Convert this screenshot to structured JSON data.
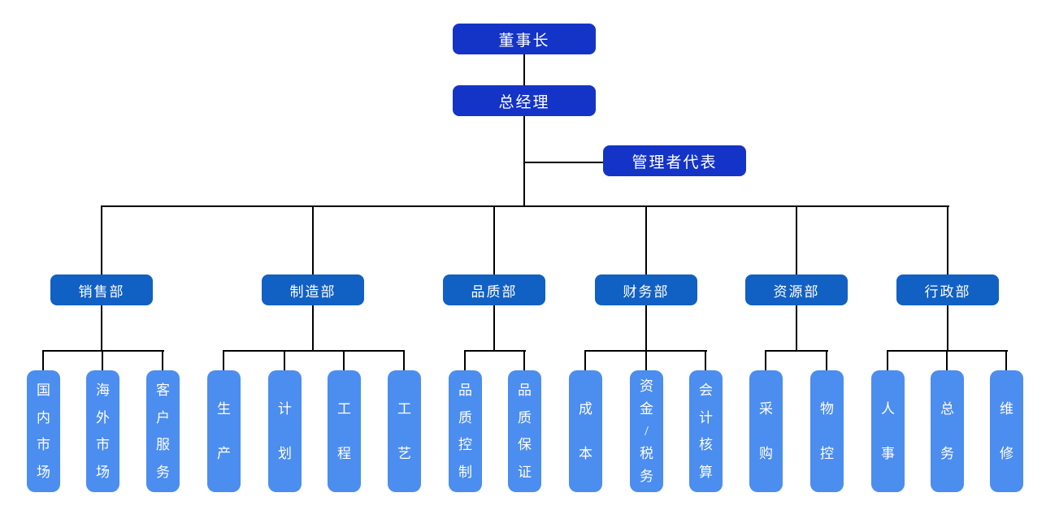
{
  "org": {
    "chairman": "董事长",
    "general_manager": "总经理",
    "management_rep": "管理者代表",
    "departments": [
      {
        "name": "销售部",
        "children": [
          "国内市场",
          "海外市场",
          "客户服务"
        ]
      },
      {
        "name": "制造部",
        "children": [
          "生产",
          "计划",
          "工程",
          "工艺"
        ]
      },
      {
        "name": "品质部",
        "children": [
          "品质控制",
          "品质保证"
        ]
      },
      {
        "name": "财务部",
        "children": [
          "成本",
          "资金/税务",
          "会计核算"
        ]
      },
      {
        "name": "资源部",
        "children": [
          "采购",
          "物控"
        ]
      },
      {
        "name": "行政部",
        "children": [
          "人事",
          "总务",
          "维修"
        ]
      }
    ]
  },
  "colors": {
    "level1_fill": "#1434c8",
    "level2_fill": "#1160c4",
    "level3_fill": "#4c8df0",
    "connector": "#000000",
    "text": "#ffffff",
    "background": "#ffffff"
  }
}
